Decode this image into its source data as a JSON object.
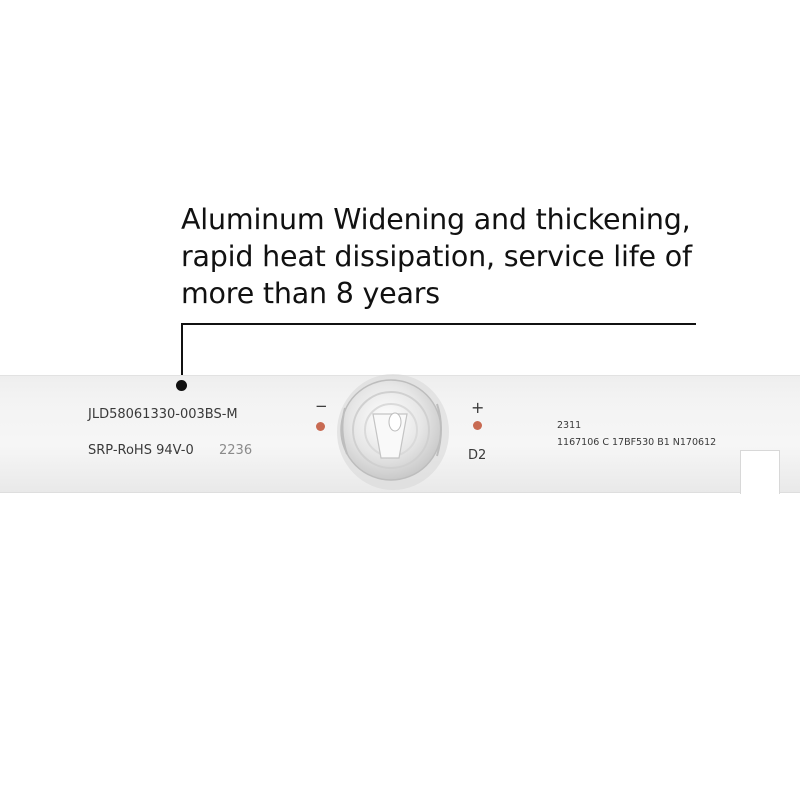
{
  "caption": {
    "line1": "Aluminum Widening and thickening,",
    "line2": "rapid heat dissipation, service life of",
    "line3": "more than 8 years"
  },
  "strip": {
    "part_number": "JLD58061330-003BS-M",
    "compliance": "SRP-RoHS 94V-0",
    "date_code": "2236",
    "code_top": "2311",
    "code_bottom": "1167106 C 17BF530 B1 N170612",
    "minus_sign": "−",
    "plus_sign": "+",
    "led_label": "D2"
  },
  "colors": {
    "strip": "#f3f3f3",
    "pad": "#c86a52",
    "text": "#111111"
  },
  "icons": {
    "lens": "led-lens-icon",
    "pad": "solder-pad-icon"
  }
}
